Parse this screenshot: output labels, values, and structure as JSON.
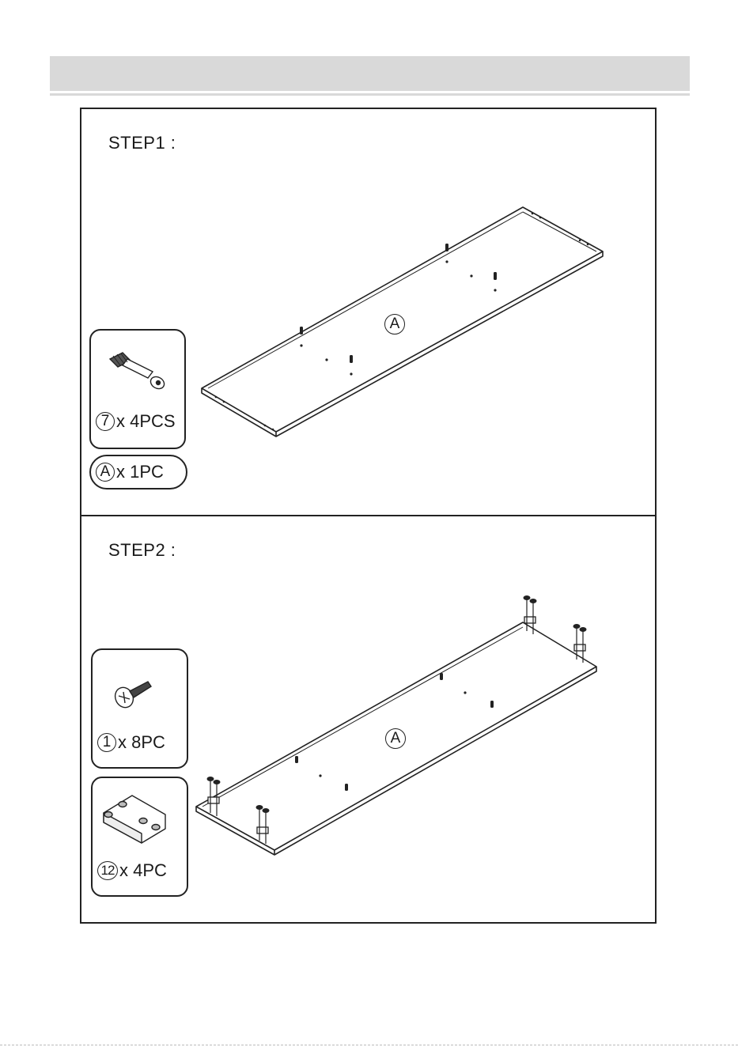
{
  "steps": [
    {
      "title": "STEP1 :",
      "panel_label": "A",
      "parts": [
        {
          "num": "7",
          "qty": "x 4PCS",
          "icon": "cam-bolt-icon"
        },
        {
          "num": "A",
          "qty": "x 1PC",
          "icon": ""
        }
      ]
    },
    {
      "title": "STEP2 :",
      "panel_label": "A",
      "parts": [
        {
          "num": "1",
          "qty": "x 8PC",
          "icon": "screw-icon"
        },
        {
          "num": "12",
          "qty": "x 4PC",
          "icon": "l-bracket-icon"
        }
      ]
    }
  ]
}
